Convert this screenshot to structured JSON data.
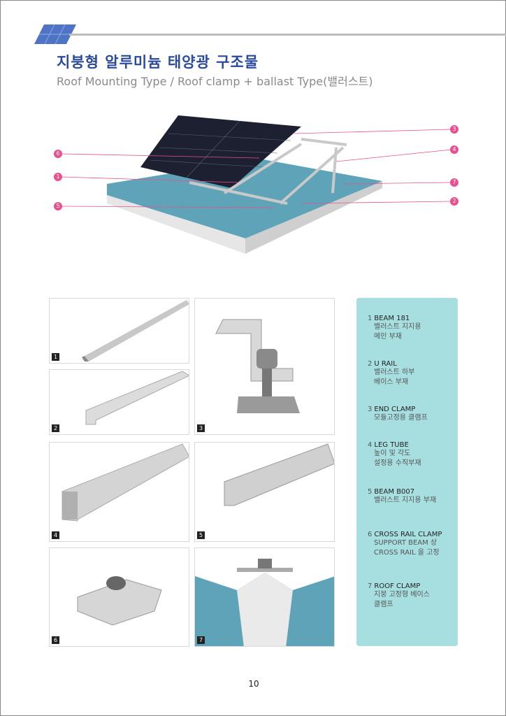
{
  "header": {
    "title": "지붕형 알루미늄 태양광 구조물",
    "subtitle": "Roof Mounting Type / Roof clamp + ballast Type(밸러스트)"
  },
  "diagram": {
    "markers_left": [
      "6",
      "1",
      "5"
    ],
    "markers_right": [
      "3",
      "4",
      "7",
      "2"
    ]
  },
  "photos": [
    "1",
    "2",
    "3",
    "4",
    "5",
    "6",
    "7"
  ],
  "components": [
    {
      "num": "1",
      "name": "BEAM 181",
      "desc": [
        "밸러스트 지지용",
        "메인 부재"
      ]
    },
    {
      "num": "2",
      "name": "U RAIL",
      "desc": [
        "밸러스트 하부",
        "베이스 부재"
      ]
    },
    {
      "num": "3",
      "name": "END CLAMP",
      "desc": [
        "모듈고정용 클램프"
      ]
    },
    {
      "num": "4",
      "name": "LEG TUBE",
      "desc": [
        "높이 및 각도",
        "설정용 수직부재"
      ]
    },
    {
      "num": "5",
      "name": "BEAM B007",
      "desc": [
        "밸러스트 지지용 부재"
      ]
    },
    {
      "num": "6",
      "name": "CROSS RAIL CLAMP",
      "desc": [
        "SUPPORT BEAM 상",
        "CROSS RAIL 을 고정"
      ]
    },
    {
      "num": "7",
      "name": "ROOF CLAMP",
      "desc": [
        "지붕 고정형 베이스",
        "클램프"
      ]
    }
  ],
  "page_number": "10"
}
